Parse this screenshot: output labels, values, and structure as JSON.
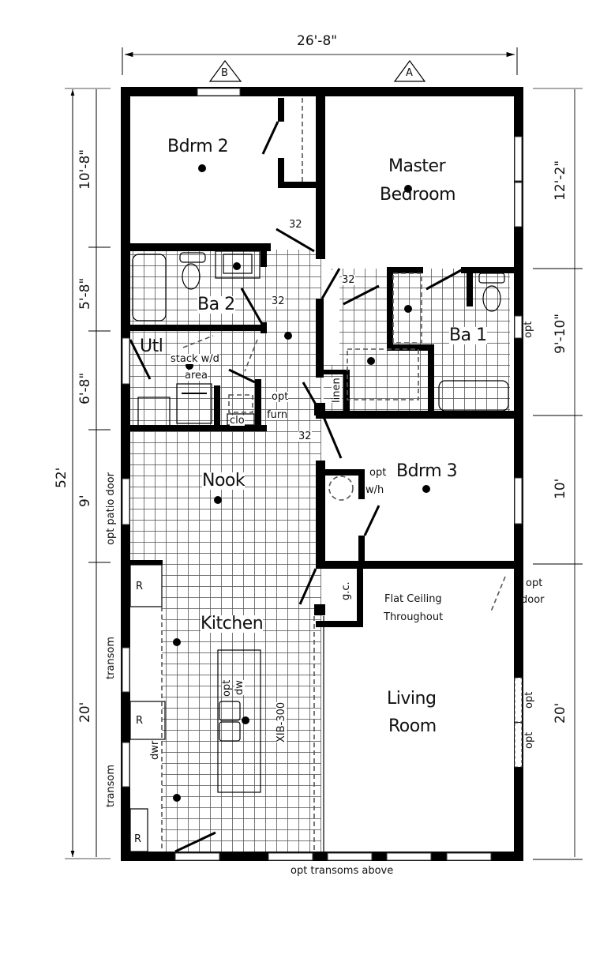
{
  "plan": {
    "overall_width": "26'-8\"",
    "overall_length": "52'",
    "section_markers": [
      "B",
      "A"
    ],
    "ceiling_note": [
      "Flat Ceiling",
      "Throughout"
    ],
    "bottom_note": "opt transoms above",
    "model": "XIB-300"
  },
  "rooms": {
    "bdrm2": "Bdrm 2",
    "master": [
      "Master",
      "Bedroom"
    ],
    "ba2": "Ba 2",
    "ba1": "Ba 1",
    "utl": "Utl",
    "stack": [
      "stack w/d",
      "area"
    ],
    "nook": "Nook",
    "bdrm3": "Bdrm 3",
    "kitchen": "Kitchen",
    "living": [
      "Living",
      "Room"
    ]
  },
  "labels": {
    "door32": "32",
    "opt": "opt",
    "opt_furn": [
      "opt",
      "furn"
    ],
    "opt_wh": [
      "opt",
      "w/h"
    ],
    "opt_door": [
      "opt",
      "door"
    ],
    "linen": "linen",
    "clo": "clo",
    "gc": "g.c.",
    "opt_dw": [
      "opt",
      "dw"
    ],
    "dwr": "dwr",
    "range": "R",
    "transom": "transom",
    "opt_patio_door": "opt patio door"
  },
  "dimensions": {
    "left": [
      "10'-8\"",
      "5'-8\"",
      "6'-8\"",
      "9'",
      "20'"
    ],
    "right": [
      "12'-2\"",
      "9'-10\"",
      "10'",
      "20'"
    ]
  }
}
